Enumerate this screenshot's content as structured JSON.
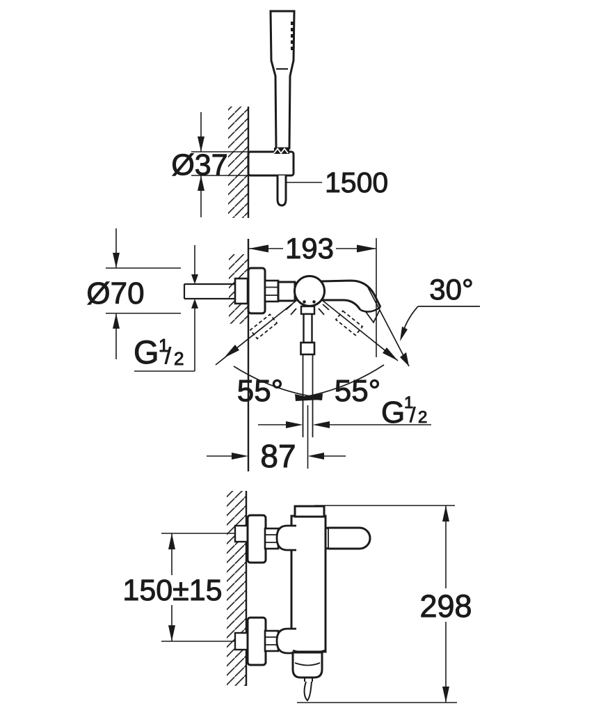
{
  "page": {
    "background": "#ffffff",
    "line_color": "#1b1b1b"
  },
  "views": {
    "hand_shower": {
      "bracket_diameter": "Ø37",
      "hose_length": "1500"
    },
    "front": {
      "spout_reach": "193",
      "escutcheon_diameter": "Ø70",
      "spout_angle": "30°",
      "swing_left": "55°",
      "swing_right": "55°",
      "outlet_offset": "87",
      "thread": {
        "letter": "G",
        "numerator": "1",
        "slash": "/",
        "denominator": "2"
      }
    },
    "side": {
      "connection_spacing": "150±15",
      "overall_height": "298"
    }
  }
}
